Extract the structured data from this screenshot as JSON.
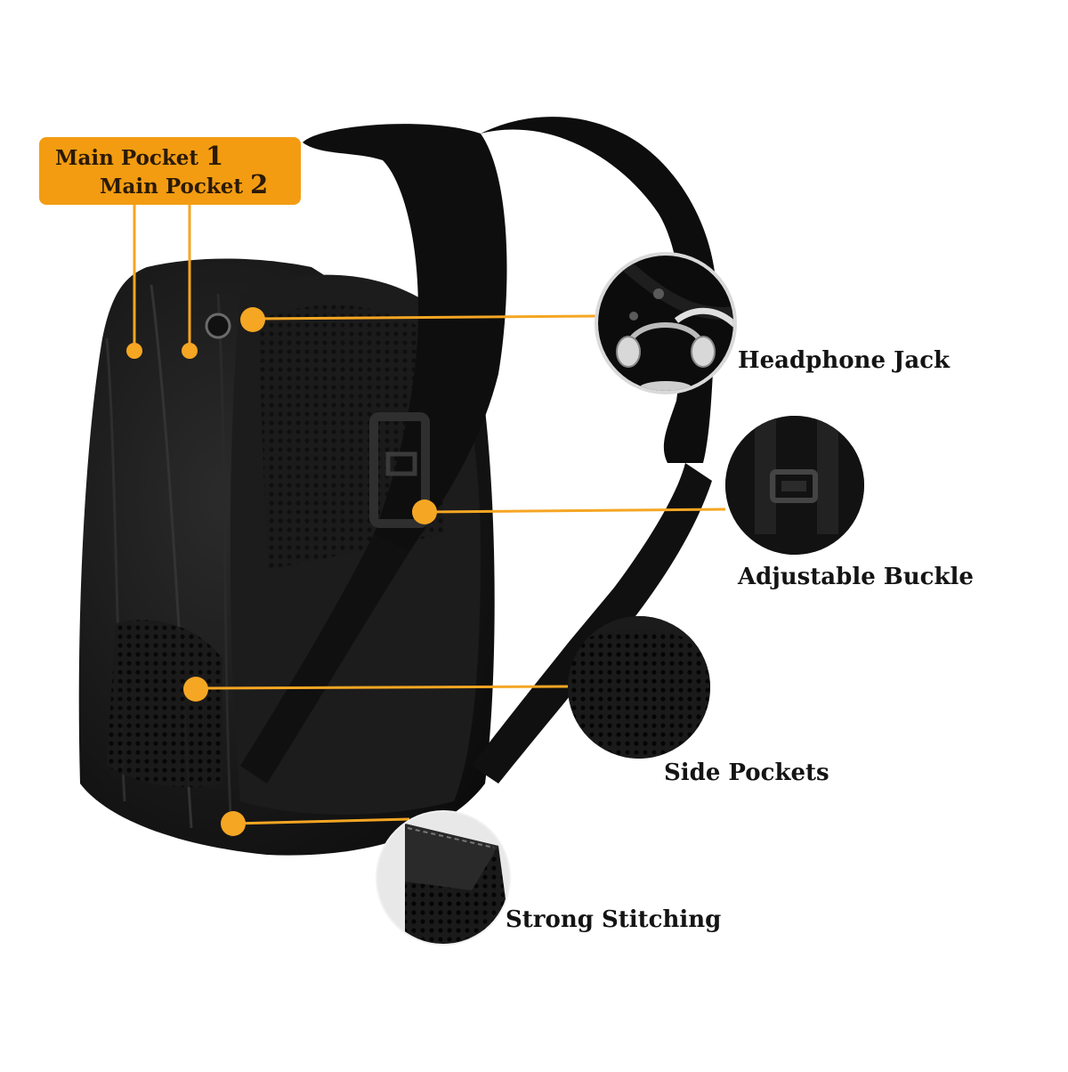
{
  "colors": {
    "accent": "#f5a623",
    "callout_fill": "#f39c12",
    "bag": "#141414",
    "strap": "#0d0d0d",
    "background": "#ffffff"
  },
  "callout": {
    "line1_name": "Main Pocket",
    "line1_num": "1",
    "line2_name": "Main Pocket",
    "line2_num": "2"
  },
  "features": {
    "headphone_jack": "Headphone Jack",
    "adjustable_buckle": "Adjustable Buckle",
    "side_pockets": "Side Pockets",
    "strong_stitching": "Strong Stitching"
  },
  "icons": {
    "headphones": "headphones-icon"
  }
}
